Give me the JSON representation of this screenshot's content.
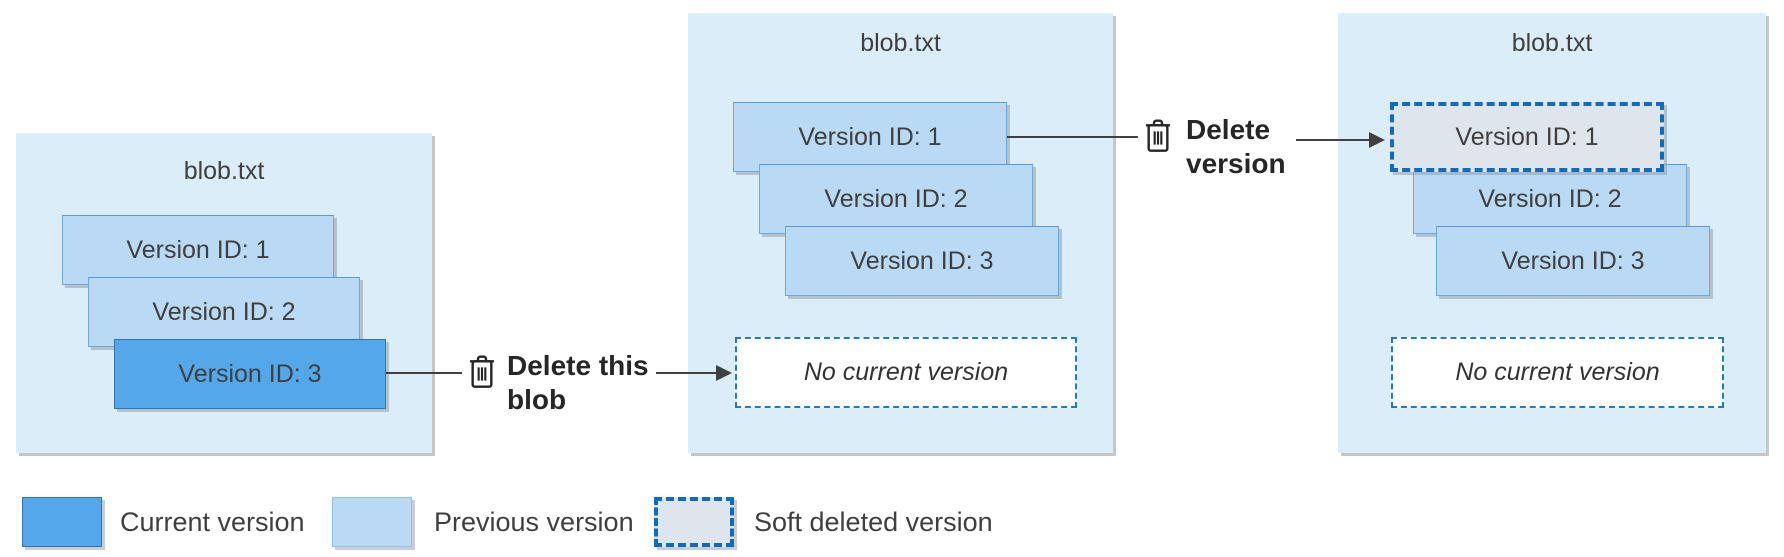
{
  "panels": [
    {
      "title": "blob.txt",
      "versions": [
        {
          "label": "Version ID: 1",
          "state": "previous"
        },
        {
          "label": "Version ID: 2",
          "state": "previous"
        },
        {
          "label": "Version ID: 3",
          "state": "current"
        }
      ]
    },
    {
      "title": "blob.txt",
      "versions": [
        {
          "label": "Version ID: 1",
          "state": "previous"
        },
        {
          "label": "Version ID: 2",
          "state": "previous"
        },
        {
          "label": "Version ID: 3",
          "state": "previous"
        }
      ],
      "placeholder": "No current version"
    },
    {
      "title": "blob.txt",
      "versions": [
        {
          "label": "Version ID: 1",
          "state": "soft-deleted"
        },
        {
          "label": "Version ID: 2",
          "state": "previous"
        },
        {
          "label": "Version ID: 3",
          "state": "previous"
        }
      ],
      "placeholder": "No current version"
    }
  ],
  "actions": [
    {
      "icon": "trash-icon",
      "line1": "Delete this",
      "line2": "blob"
    },
    {
      "icon": "trash-icon",
      "line1": "Delete",
      "line2": "version"
    }
  ],
  "legend": [
    {
      "label": "Current version",
      "state": "current"
    },
    {
      "label": "Previous version",
      "state": "previous"
    },
    {
      "label": "Soft deleted version",
      "state": "soft-deleted"
    }
  ],
  "colors": {
    "panel_bg": "#dbedf8",
    "current_version": "#54a7e8",
    "previous_version": "#b9d9f5",
    "soft_deleted_fill": "#dfe5ec",
    "soft_deleted_dash": "#0c6cc2",
    "placeholder_dash": "#1e7bc4",
    "arrow": "#404040",
    "text": "#3f3f3f"
  }
}
